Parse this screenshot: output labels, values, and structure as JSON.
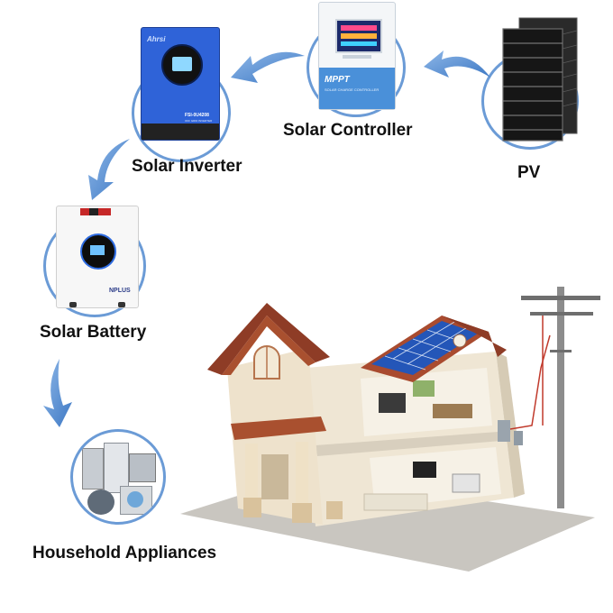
{
  "nodes": {
    "pv": {
      "label": "PV"
    },
    "controller": {
      "label": "Solar Controller",
      "device_brand": "MPPT",
      "device_subtext": "SOLAR CHARGE CONTROLLER"
    },
    "inverter": {
      "label": "Solar Inverter",
      "device_model": "FSI-0U4208",
      "device_subtext": "OFF GRID INVERTER"
    },
    "battery": {
      "label": "Solar Battery",
      "device_brand": "NPLUS"
    },
    "appliances": {
      "label": "Household Appliances"
    }
  },
  "colors": {
    "circle_border": "#6b9bd6",
    "arrow": "#5a8fd0",
    "inverter_body": "#2f63d8",
    "controller_accent": "#4a90d9",
    "panel_dark": "#1b1b1b"
  }
}
